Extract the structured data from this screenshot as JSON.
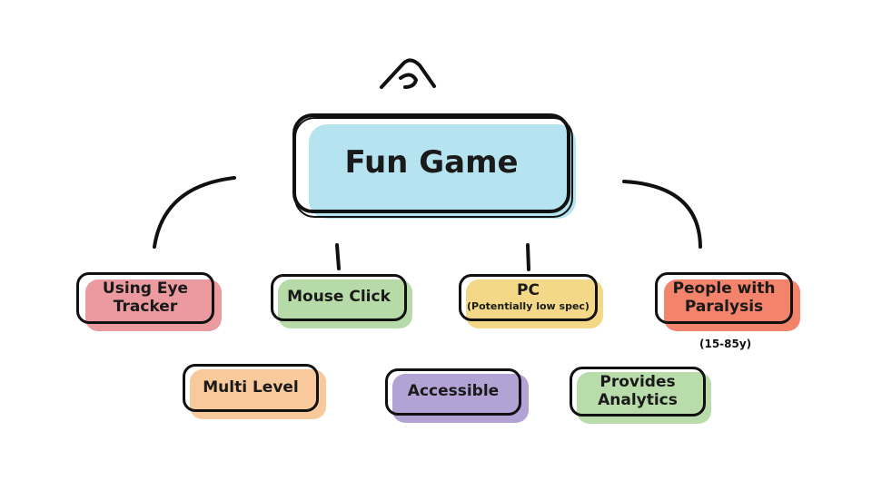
{
  "root": {
    "label": "Fun Game",
    "color": "#b5e4f0"
  },
  "nodes": {
    "eye_tracker": {
      "label": "Using Eye Tracker",
      "color": "#eb9aa0"
    },
    "mouse_click": {
      "label": "Mouse Click",
      "color": "#b7dba8"
    },
    "pc": {
      "label": "PC",
      "sublabel": "(Potentially low spec)",
      "color": "#f3d987"
    },
    "paralysis": {
      "label": "People with Paralysis",
      "note": "(15-85y)",
      "color": "#f4836b"
    },
    "multi_level": {
      "label": "Multi Level",
      "color": "#f8c99a"
    },
    "accessible": {
      "label": "Accessible",
      "color": "#b3a3d5"
    },
    "analytics": {
      "label": "Provides Analytics",
      "color": "#b8dcaa"
    }
  },
  "icons": {
    "top": "pen-nib-icon"
  }
}
